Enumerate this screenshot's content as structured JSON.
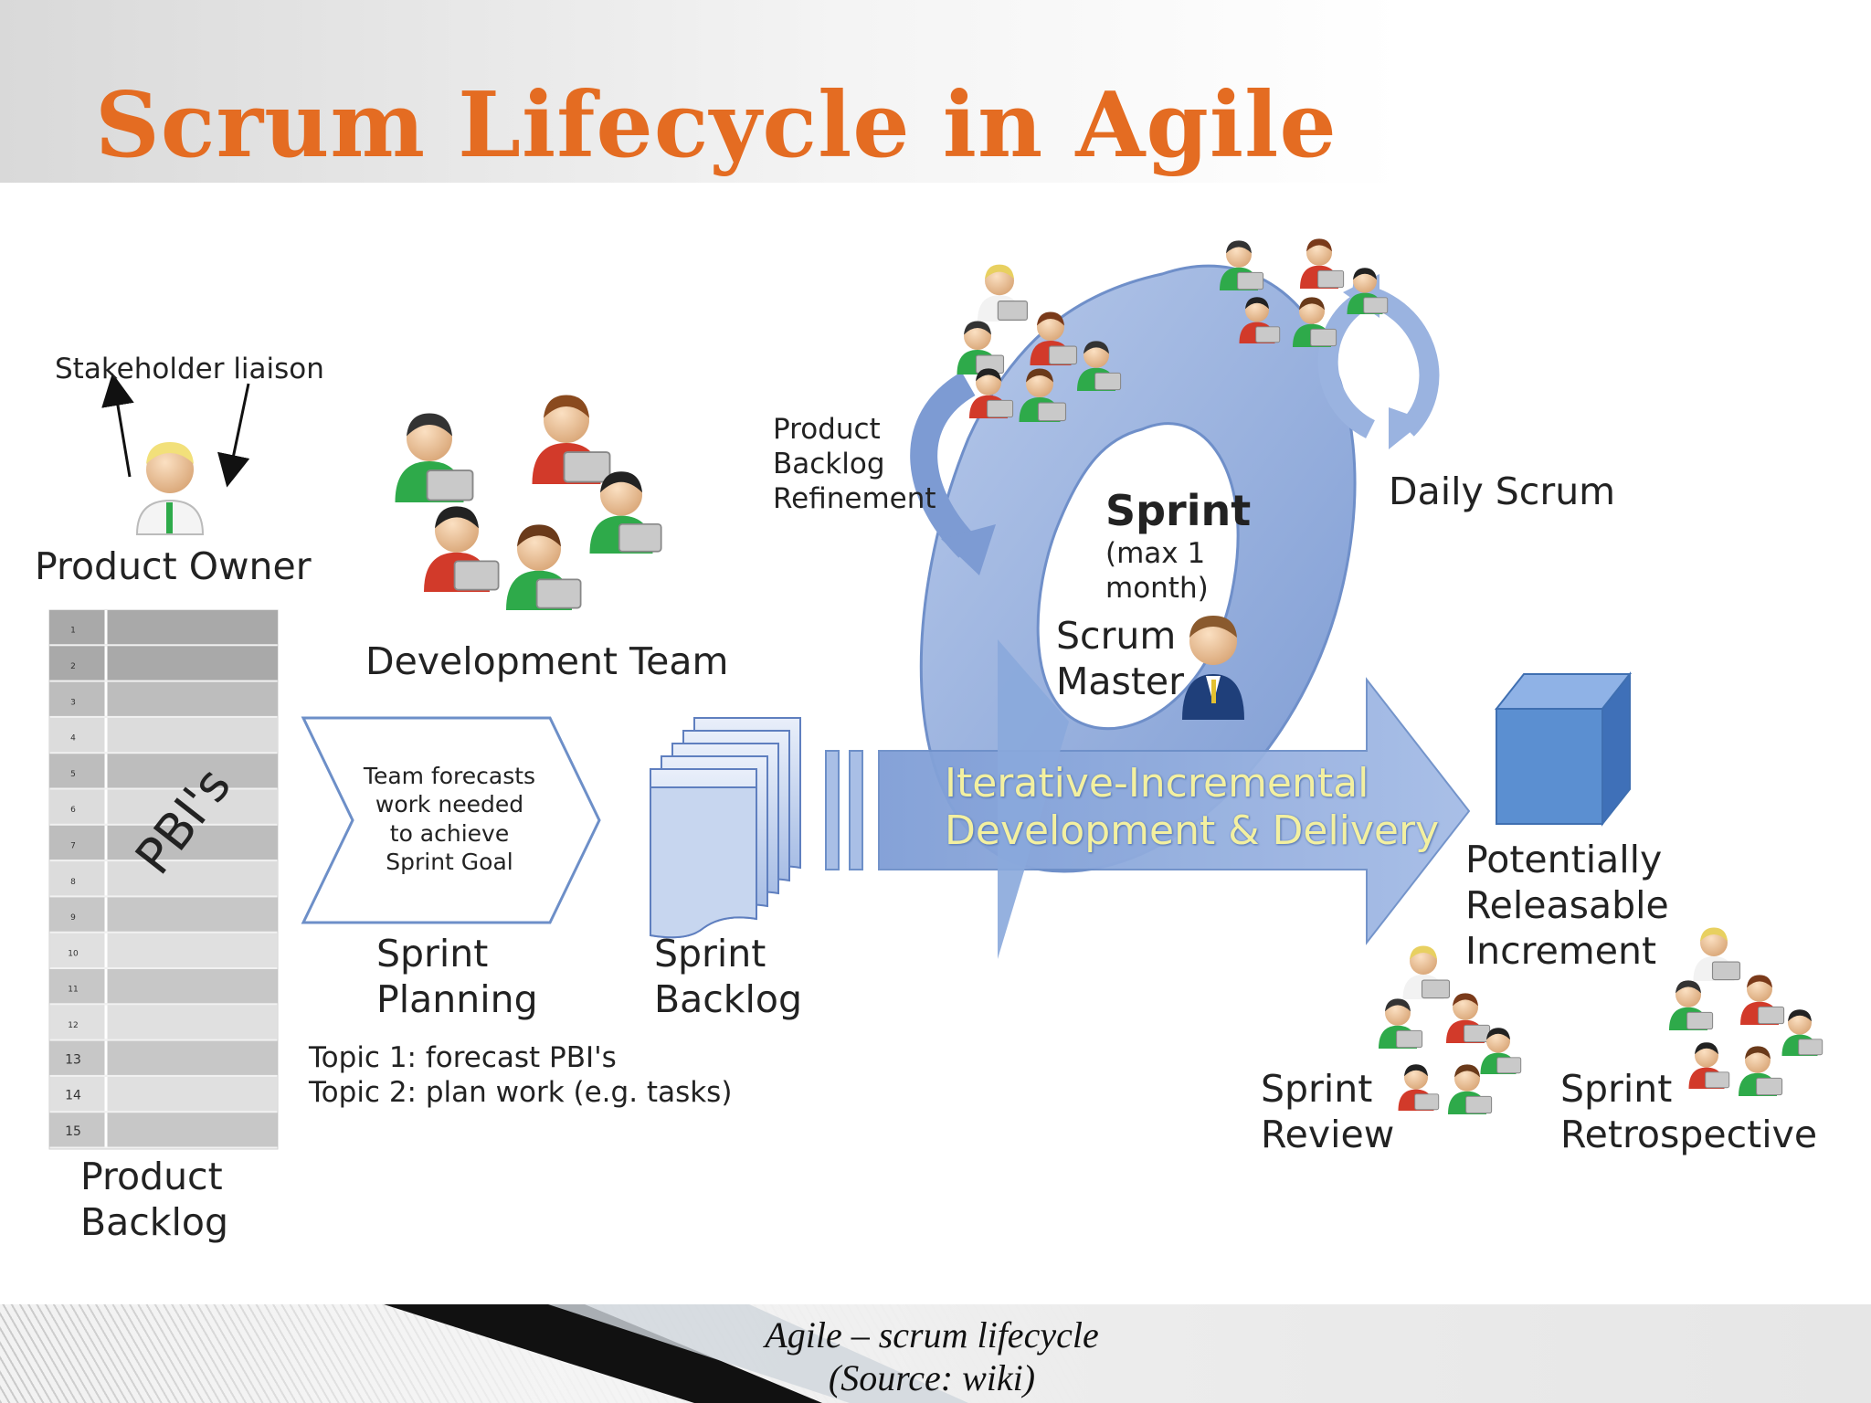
{
  "slide": {
    "title": "Scrum Lifecycle in Agile",
    "caption_line1": "Agile – scrum lifecycle",
    "caption_line2": "(Source: wiki)"
  },
  "diagram": {
    "stakeholder_liaison": "Stakeholder liaison",
    "product_owner": "Product Owner",
    "pbis": "PBI's",
    "backlog_rows": [
      "1",
      "2",
      "3",
      "4",
      "5",
      "6",
      "7",
      "8",
      "9",
      "10",
      "11",
      "12",
      "13",
      "14",
      "15"
    ],
    "product_backlog_line1": "Product",
    "product_backlog_line2": "Backlog",
    "development_team": "Development Team",
    "planning_box_lines": [
      "Team forecasts",
      "work needed",
      "to achieve",
      "Sprint Goal"
    ],
    "sprint_planning_line1": "Sprint",
    "sprint_planning_line2": "Planning",
    "topic1": "Topic 1: forecast PBI's",
    "topic2": "Topic 2: plan work (e.g. tasks)",
    "sprint_backlog_line1": "Sprint",
    "sprint_backlog_line2": "Backlog",
    "refinement_lines": [
      "Product",
      "Backlog",
      "Refinement"
    ],
    "sprint": "Sprint",
    "sprint_duration_line1": "(max 1",
    "sprint_duration_line2": "month)",
    "scrum_master_line1": "Scrum",
    "scrum_master_line2": "Master",
    "daily_scrum": "Daily Scrum",
    "arrow_text_line1": "Iterative-Incremental",
    "arrow_text_line2": "Development & Delivery",
    "increment_lines": [
      "Potentially",
      "Releasable",
      "Increment"
    ],
    "sprint_review_line1": "Sprint",
    "sprint_review_line2": "Review",
    "sprint_retro_line1": "Sprint",
    "sprint_retro_line2": "Retrospective"
  },
  "colors": {
    "title_orange": "#e46c22",
    "cycle_blue": "#8eaadb",
    "arrow_text_yellow": "#f3f0a0",
    "cube_blue": "#5b8fd1",
    "shirt_green": "#2eaa4a",
    "shirt_red": "#d23a2a"
  }
}
